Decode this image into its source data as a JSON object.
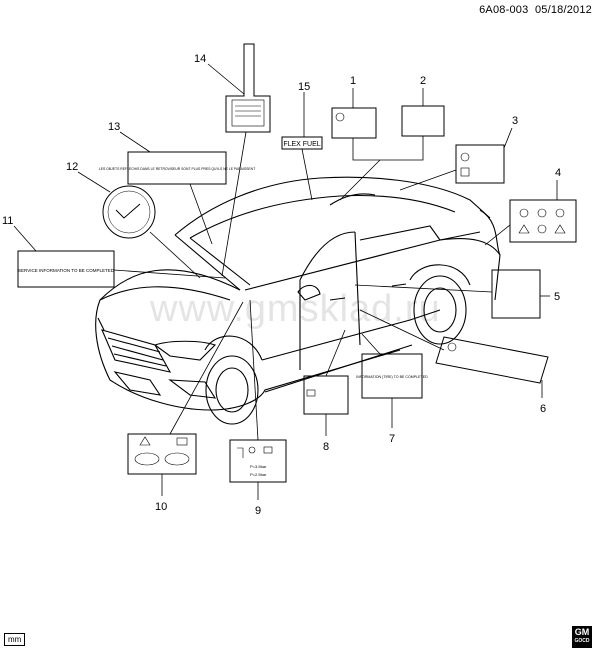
{
  "header": {
    "code": "6A08-003",
    "date": "05/18/2012"
  },
  "watermark": "www.gmsklad.ru",
  "footer": {
    "left_tag": "mm",
    "logo_top": "GM",
    "logo_bottom": "GOCD"
  },
  "callouts": [
    "1",
    "2",
    "3",
    "4",
    "5",
    "6",
    "7",
    "8",
    "9",
    "10",
    "11",
    "12",
    "13",
    "14",
    "15"
  ],
  "labels": {
    "label11": "SERVICE INFORMATION TO BE COMPLETED",
    "label13": "LES OBJETS REFLECHIS DANS LE RETROVISEUR SONT PLUS PRES QU'ILS NE LE PARAISSENT",
    "label7": "INFORMATION (TIRE) TO BE COMPLETED",
    "label15": "FLEX FUEL",
    "label9a": "P=3.5bar",
    "label9b": "P=2.5bar"
  }
}
